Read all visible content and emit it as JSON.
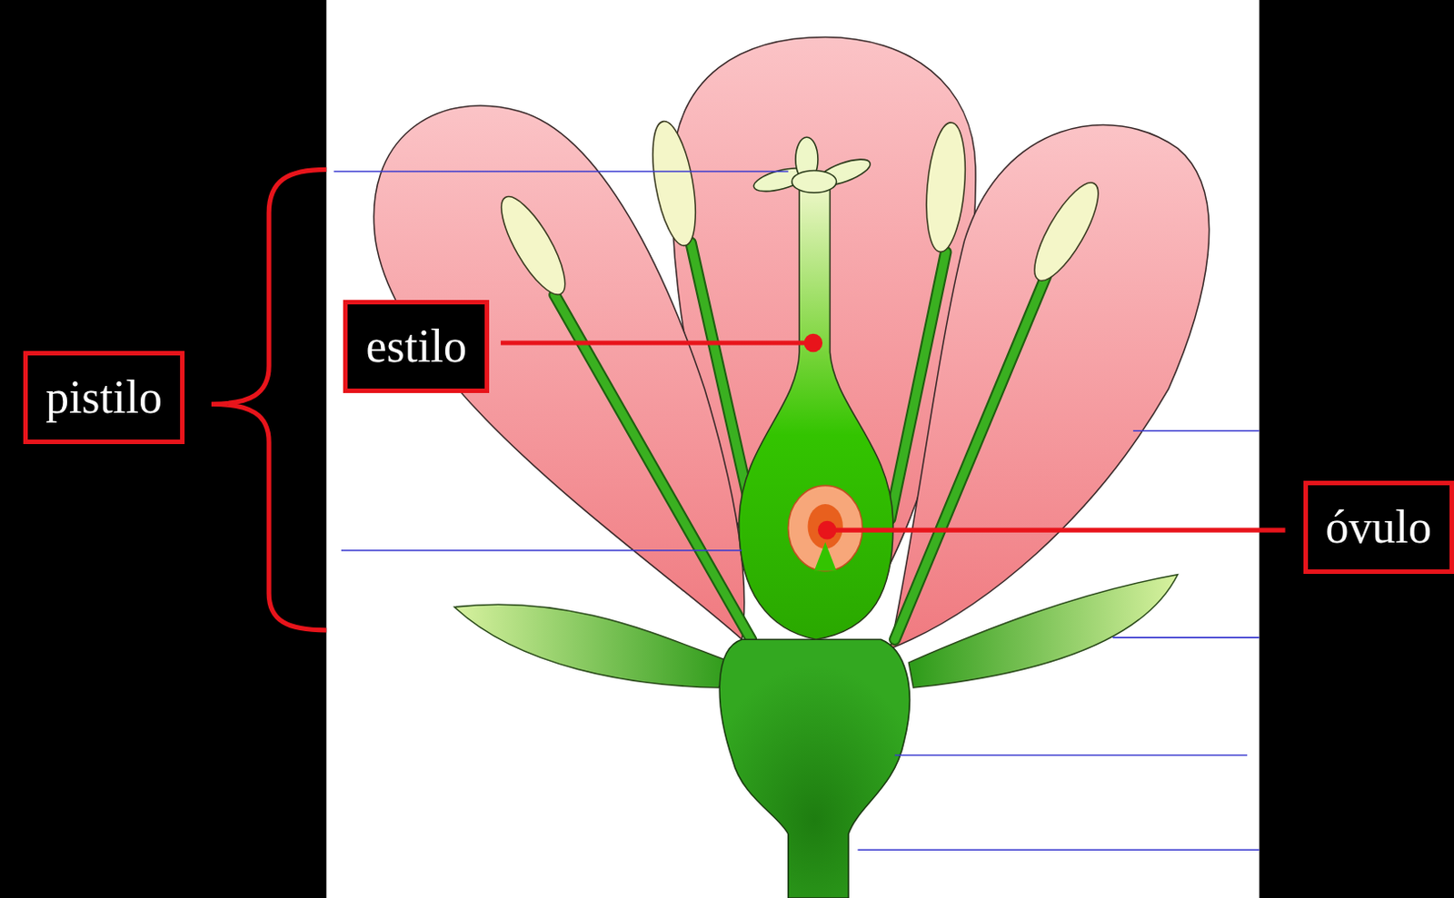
{
  "diagram": {
    "nodes": [
      {
        "text": [
          "pistilo"
        ]
      },
      {
        "text": [
          "estilo"
        ]
      },
      {
        "text": [
          "óvulo"
        ]
      }
    ]
  }
}
